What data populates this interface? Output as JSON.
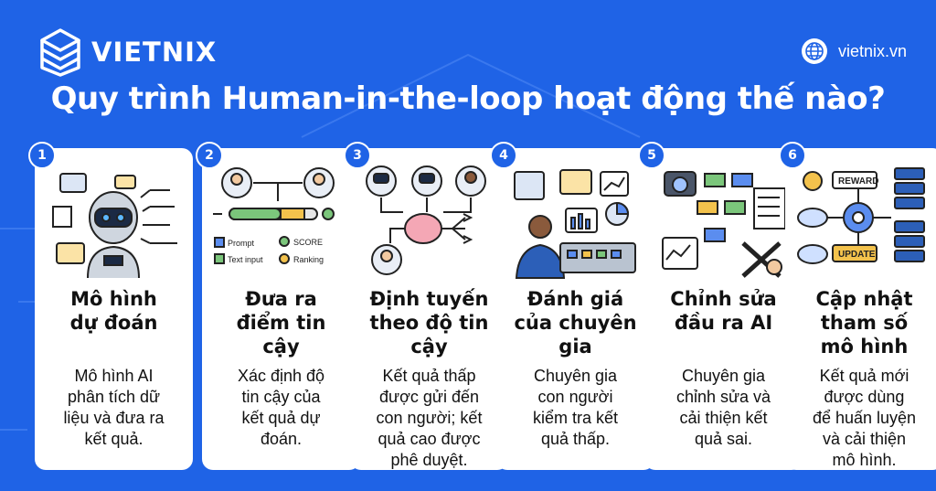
{
  "header": {
    "brand": "VIETNIX",
    "site": "vietnix.vn",
    "title": "Quy trình Human-in-the-loop hoạt động thế nào?"
  },
  "colors": {
    "background": "#1f63e6",
    "card": "#ffffff",
    "accent_blue": "#1f63e6"
  },
  "steps": [
    {
      "number": "1",
      "title": "Mô hình\ndự đoán",
      "desc": "Mô hình AI\nphân tích dữ\nliệu và đưa ra\nkết quả.",
      "icon": "robot-icon"
    },
    {
      "number": "2",
      "title": "Đưa ra\nđiểm tin\ncậy",
      "desc": "Xác định độ\ntin cậy của\nkết quả dự\nđoán.",
      "icon": "confidence-score-icon",
      "labels": {
        "prompt": "Prompt",
        "score": "SCORE",
        "text_input": "Text input",
        "ranking": "Ranking"
      }
    },
    {
      "number": "3",
      "title": "Định tuyến\ntheo độ tin\ncậy",
      "desc": "Kết quả thấp\nđược gửi đến\ncon người; kết\nquả cao được\nphê duyệt.",
      "icon": "routing-brain-icon"
    },
    {
      "number": "4",
      "title": "Đánh giá\ncủa chuyên\ngia",
      "desc": "Chuyên gia\ncon người\nkiểm tra kết\nquả thấp.",
      "icon": "expert-review-icon"
    },
    {
      "number": "5",
      "title": "Chỉnh sửa\nđầu ra AI",
      "desc": "Chuyên gia\nchỉnh sửa và\ncải thiện kết\nquả sai.",
      "icon": "edit-output-icon"
    },
    {
      "number": "6",
      "title": "Cập nhật\ntham số\nmô hình",
      "desc": "Kết quả mới\nđược dùng\nđể huấn luyện\nvà cải thiện\nmô hình.",
      "icon": "update-model-icon",
      "labels": {
        "reward": "REWARD",
        "update": "UPDATE"
      }
    }
  ]
}
